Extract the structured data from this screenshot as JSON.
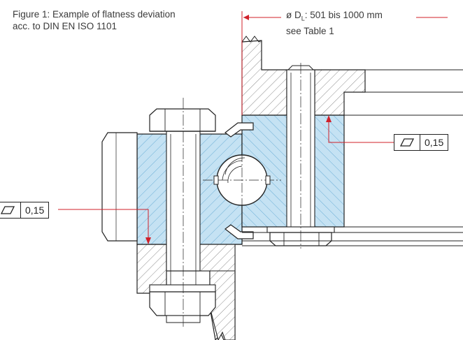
{
  "figure": {
    "caption_line1": "Figure 1: Example of flatness deviation",
    "caption_line2": "acc. to DIN EN ISO 1101"
  },
  "dimension": {
    "symbol": "ø D",
    "subscript": "L",
    "range": ": 501 bis 1000 mm",
    "reference": "see Table 1"
  },
  "tolerance_frames": [
    {
      "symbol": "flatness-icon",
      "value": "0,15"
    },
    {
      "symbol": "flatness-icon",
      "value": "0,15"
    }
  ],
  "colors": {
    "ring": "#c5e2f3",
    "hatch_blue": "#6aaed6",
    "steel_hatch": "#9a9a9a",
    "leader": "#d0202a",
    "outline": "#222222"
  }
}
